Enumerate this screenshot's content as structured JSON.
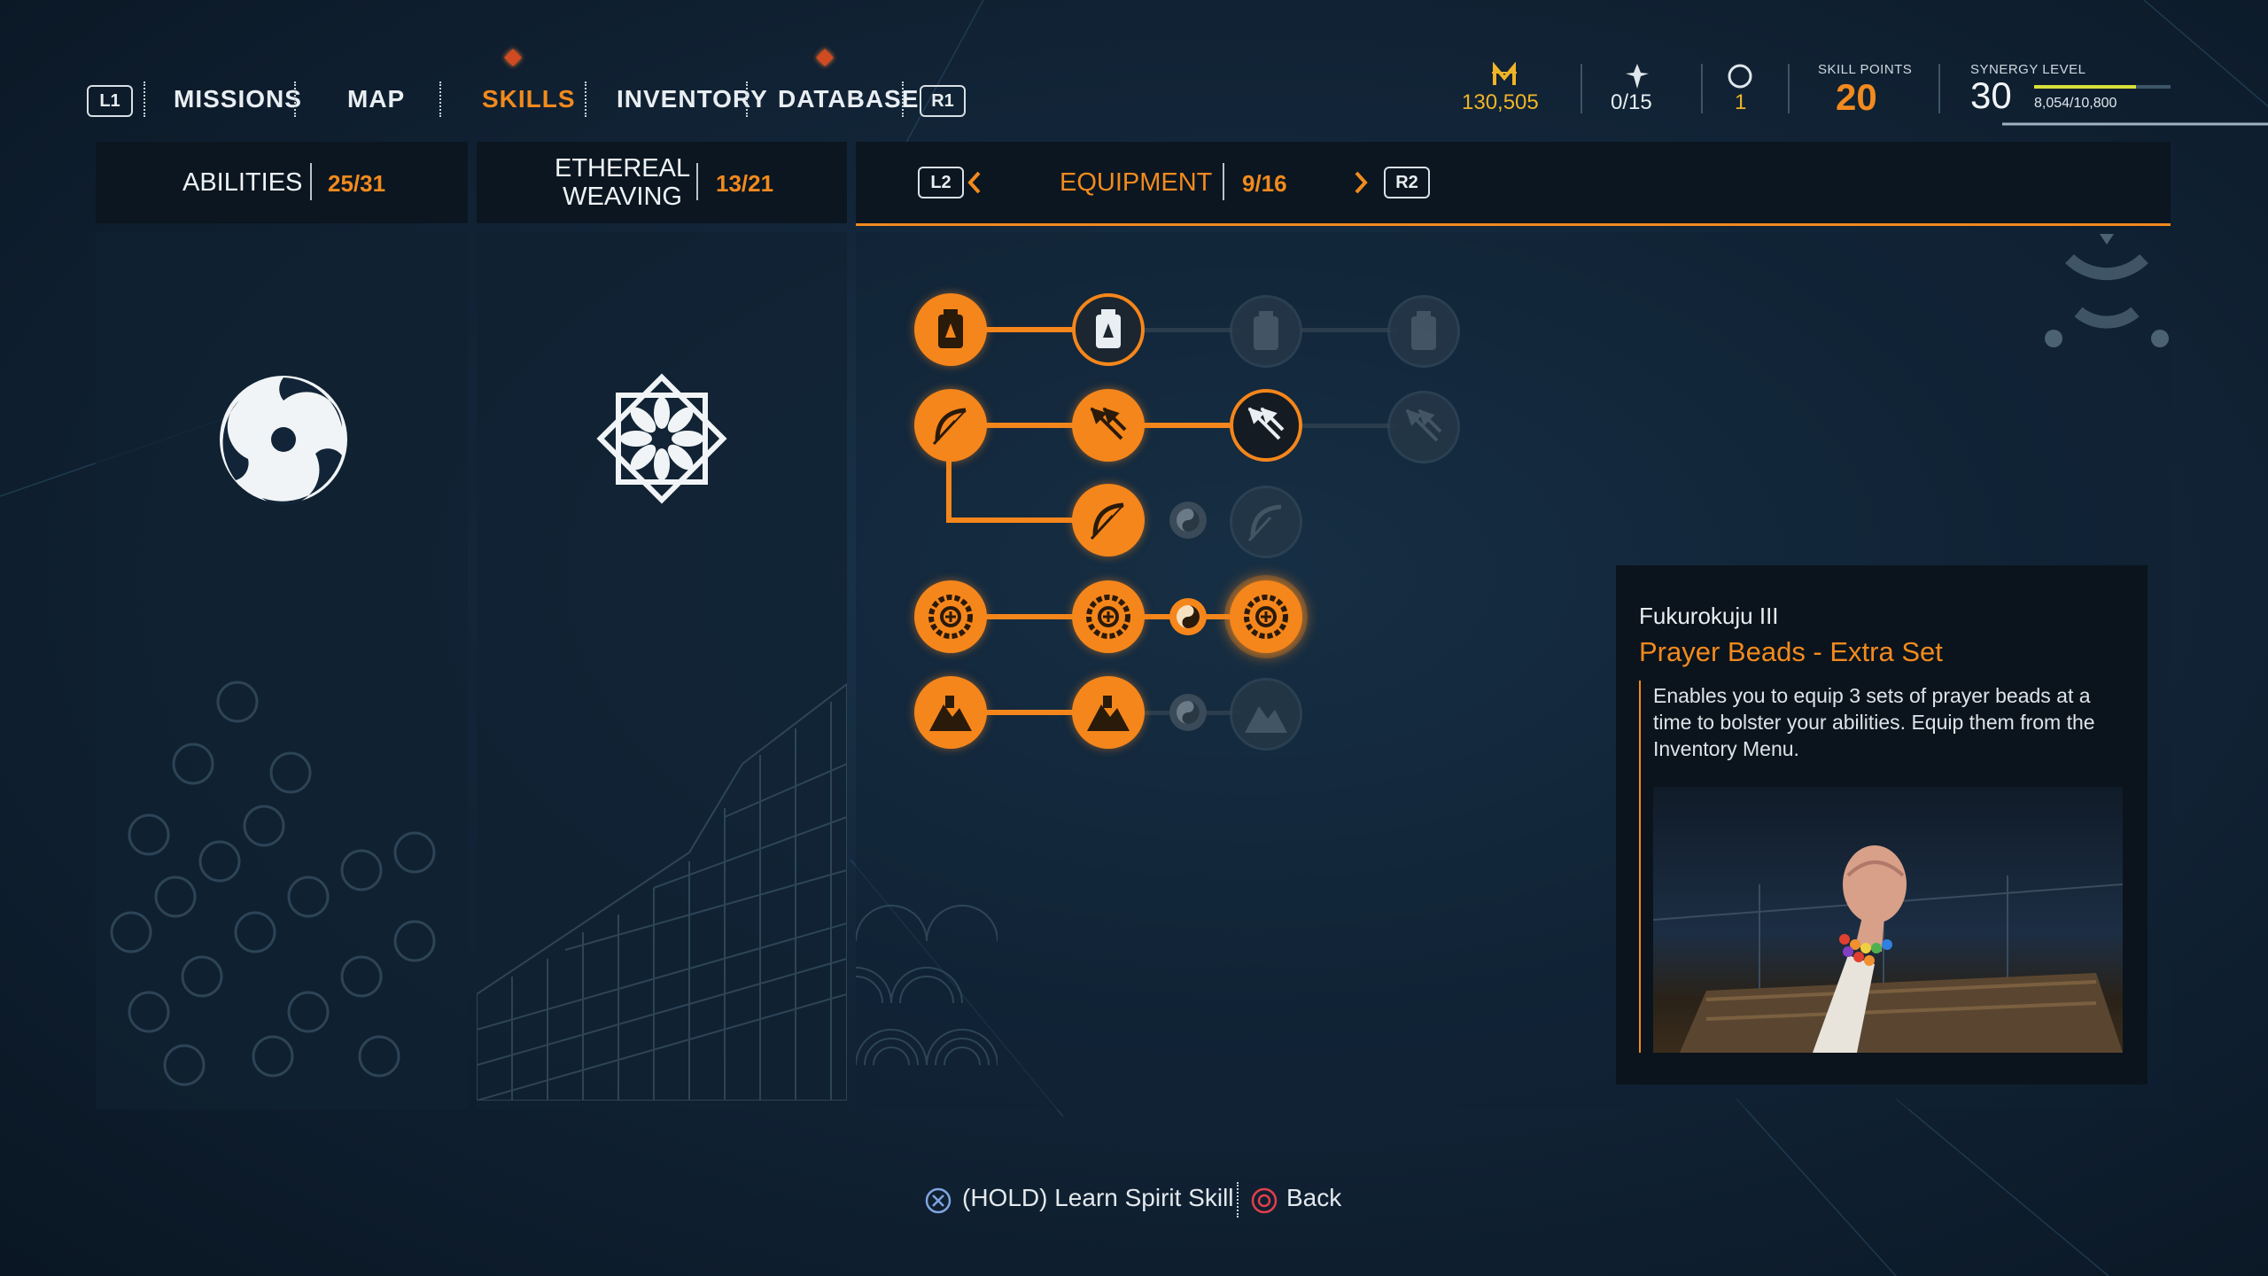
{
  "nav": {
    "left_button": "L1",
    "right_button": "R1",
    "items": [
      "MISSIONS",
      "MAP",
      "SKILLS",
      "INVENTORY",
      "DATABASE"
    ],
    "active": "SKILLS"
  },
  "stats": {
    "currency": "130,505",
    "collectibles": "0/15",
    "spirit_count": "1",
    "skill_points_label": "SKILL POINTS",
    "skill_points": "20",
    "synergy_label": "SYNERGY LEVEL",
    "synergy_level": "30",
    "synergy_progress": "8,054/10,800",
    "synergy_fraction": 0.746
  },
  "tabs": {
    "abilities_label": "ABILITIES",
    "abilities_count": "25/31",
    "ethereal_label_1": "ETHEREAL",
    "ethereal_label_2": "WEAVING",
    "ethereal_count": "13/21",
    "equipment_label": "EQUIPMENT",
    "equipment_count": "9/16",
    "prev_button": "L2",
    "next_button": "R2"
  },
  "skill_card": {
    "subtitle": "Fukurokuju III",
    "title": "Prayer Beads - Extra Set",
    "description": "Enables you to equip 3 sets of prayer beads at a time to bolster your abilities. Equip them from the Inventory Menu."
  },
  "footer": {
    "learn_label": "(HOLD) Learn Spirit Skill",
    "back_label": "Back"
  },
  "colors": {
    "accent": "#f28a1e",
    "currency": "#f0b428",
    "background": "#122538"
  }
}
